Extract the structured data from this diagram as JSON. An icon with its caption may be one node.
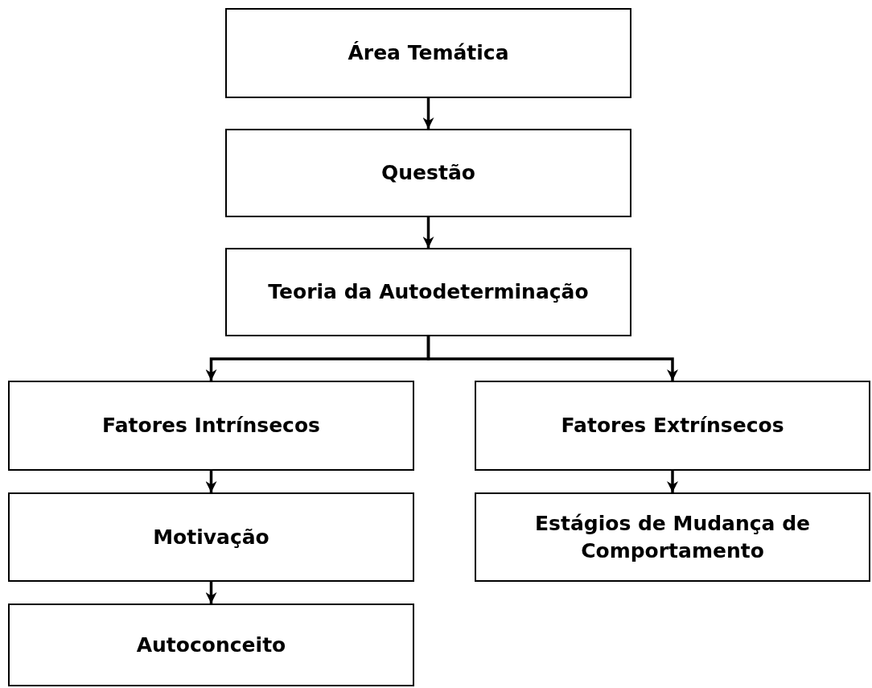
{
  "diagram": {
    "nodes": [
      {
        "text": [
          "Área Temática"
        ]
      },
      {
        "text": [
          "Questão"
        ]
      },
      {
        "text": [
          "Teoria da Autodeterminação"
        ]
      },
      {
        "text": [
          "Fatores Intrínsecos"
        ]
      },
      {
        "text": [
          "Fatores Extrínsecos"
        ]
      },
      {
        "text": [
          "Motivação"
        ]
      },
      {
        "text": [
          "Estágios de Mudança de Comportamento"
        ]
      },
      {
        "text": [
          "Autoconceito"
        ]
      }
    ],
    "edges": [
      {
        "from": 0,
        "to": 1,
        "arrow": "to"
      },
      {
        "from": 1,
        "to": 2,
        "arrow": "to"
      },
      {
        "from": 2,
        "to": 3,
        "arrow": "to"
      },
      {
        "from": 2,
        "to": 4,
        "arrow": "to"
      },
      {
        "from": 3,
        "to": 5,
        "arrow": "to"
      },
      {
        "from": 4,
        "to": 6,
        "arrow": "to"
      },
      {
        "from": 5,
        "to": 7,
        "arrow": "to"
      }
    ]
  }
}
